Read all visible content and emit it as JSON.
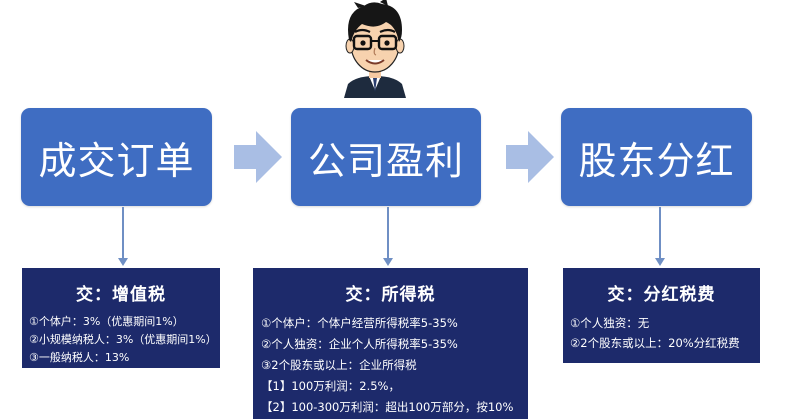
{
  "colors": {
    "stage_box": "#3f6dc2",
    "panel": "#1d2a6b",
    "arrow": "#a9bee4",
    "connector": "#6f8fc4"
  },
  "stages": [
    {
      "label": "成交订单"
    },
    {
      "label": "公司盈利"
    },
    {
      "label": "股东分红"
    }
  ],
  "panels": [
    {
      "title": "交：增值税",
      "lines": [
        "①个体户：3%（优惠期间1%）",
        "②小规模纳税人：3%（优惠期间1%）",
        "③一般纳税人：13%"
      ]
    },
    {
      "title": "交：所得税",
      "lines": [
        "①个体户：个体户经营所得税率5-35%",
        "②个人独资：企业个人所得税率5-35%",
        "③2个股东或以上：企业所得税",
        "【1】100万利润：2.5%，",
        "【2】100-300万利润：超出100万部分，按10%"
      ]
    },
    {
      "title": "交：分红税费",
      "lines": [
        "①个人独资：无",
        "②2个股东或以上：20%分红税费"
      ]
    }
  ]
}
